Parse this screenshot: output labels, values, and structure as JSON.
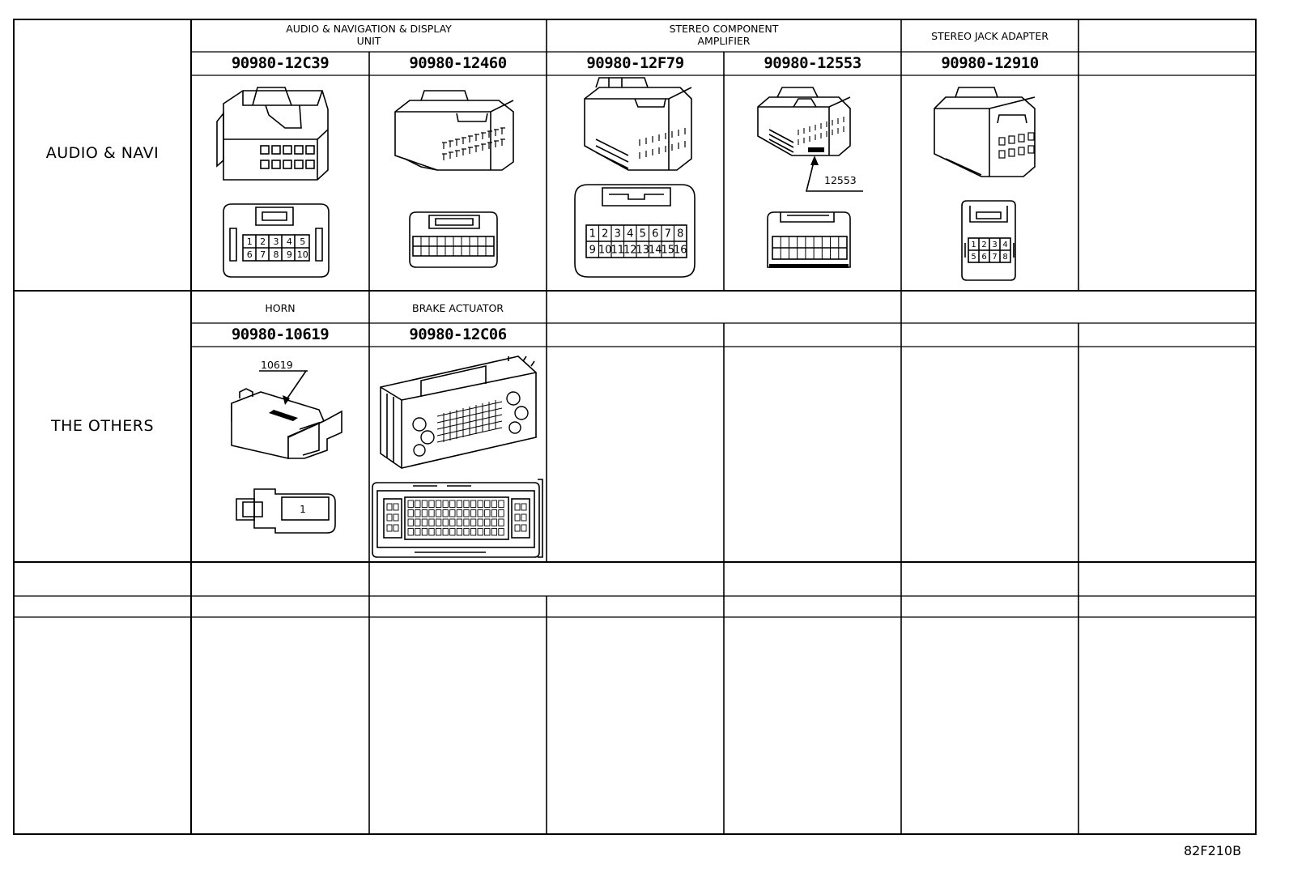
{
  "rows": {
    "audio_navi": {
      "label": "AUDIO & NAVI",
      "groups": [
        {
          "name_line1": "AUDIO & NAVIGATION & DISPLAY",
          "name_line2": "UNIT"
        },
        {
          "name_line1": "STEREO COMPONENT",
          "name_line2": "AMPLIFIER"
        },
        {
          "name_line1": "STEREO JACK ADAPTER",
          "name_line2": ""
        }
      ],
      "connectors": [
        {
          "part_number": "90980-12C39",
          "pins": [
            "1",
            "2",
            "3",
            "4",
            "5",
            "6",
            "7",
            "8",
            "9",
            "10"
          ]
        },
        {
          "part_number": "90980-12460"
        },
        {
          "part_number": "90980-12F79",
          "pins": [
            "1",
            "2",
            "3",
            "4",
            "5",
            "6",
            "7",
            "8",
            "9",
            "10",
            "11",
            "12",
            "13",
            "14",
            "15",
            "16"
          ]
        },
        {
          "part_number": "90980-12553",
          "callout": "12553"
        },
        {
          "part_number": "90980-12910",
          "pins": [
            "1",
            "2",
            "3",
            "4",
            "5",
            "6",
            "7",
            "8"
          ]
        }
      ]
    },
    "the_others": {
      "label": "THE OTHERS",
      "groups": [
        {
          "name": "HORN"
        },
        {
          "name": "BRAKE ACTUATOR"
        }
      ],
      "connectors": [
        {
          "part_number": "90980-10619",
          "callout": "10619",
          "pins": [
            "1"
          ]
        },
        {
          "part_number": "90980-12C06"
        }
      ]
    }
  },
  "drawing_code": "82F210B"
}
